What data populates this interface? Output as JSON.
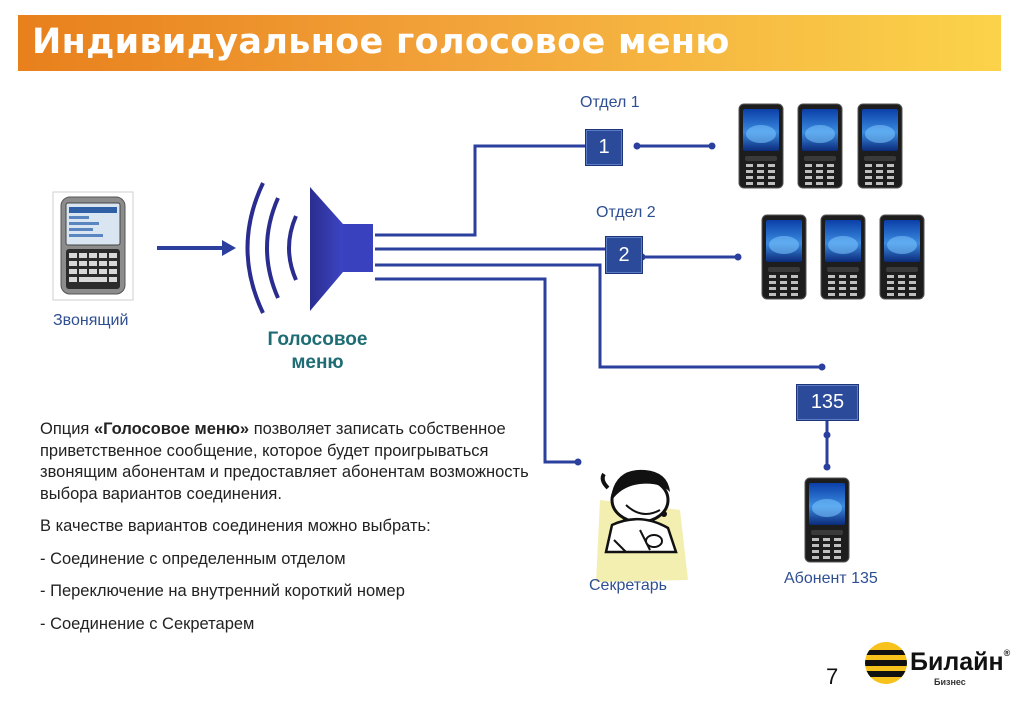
{
  "title": "Индивидуальное голосовое меню",
  "caller_label": "Звонящий",
  "voice_menu_label_line1": "Голосовое",
  "voice_menu_label_line2": "меню",
  "dept1_label": "Отдел 1",
  "dept1_number": "1",
  "dept2_label": "Отдел 2",
  "dept2_number": "2",
  "ext_number": "135",
  "subscriber_label": "Абонент 135",
  "secretary_label": "Секретарь",
  "description": {
    "p1_prefix": "Опция ",
    "p1_bold": "«Голосовое меню»",
    "p1_suffix": " позволяет записать собственное приветственное сообщение, которое будет проигрываться звонящим абонентам и предоставляет абонентам  возможность выбора вариантов соединения.",
    "p2": "В качестве вариантов соединения можно выбрать:",
    "items": [
      "- Соединение с определенным отделом",
      "- Переключение на внутренний короткий номер",
      "- Соединение с Секретарем"
    ]
  },
  "page_number": "7",
  "brand_name": "Билайн",
  "brand_reg": "®",
  "brand_sub": "Бизнес",
  "colors": {
    "title_gradient_start": "#e8801c",
    "title_gradient_end": "#fbd34a",
    "line_blue": "#2b3f9e",
    "box_blue": "#2c4a9a",
    "label_blue": "#2e4f91",
    "menu_label_teal": "#1f6d74"
  }
}
